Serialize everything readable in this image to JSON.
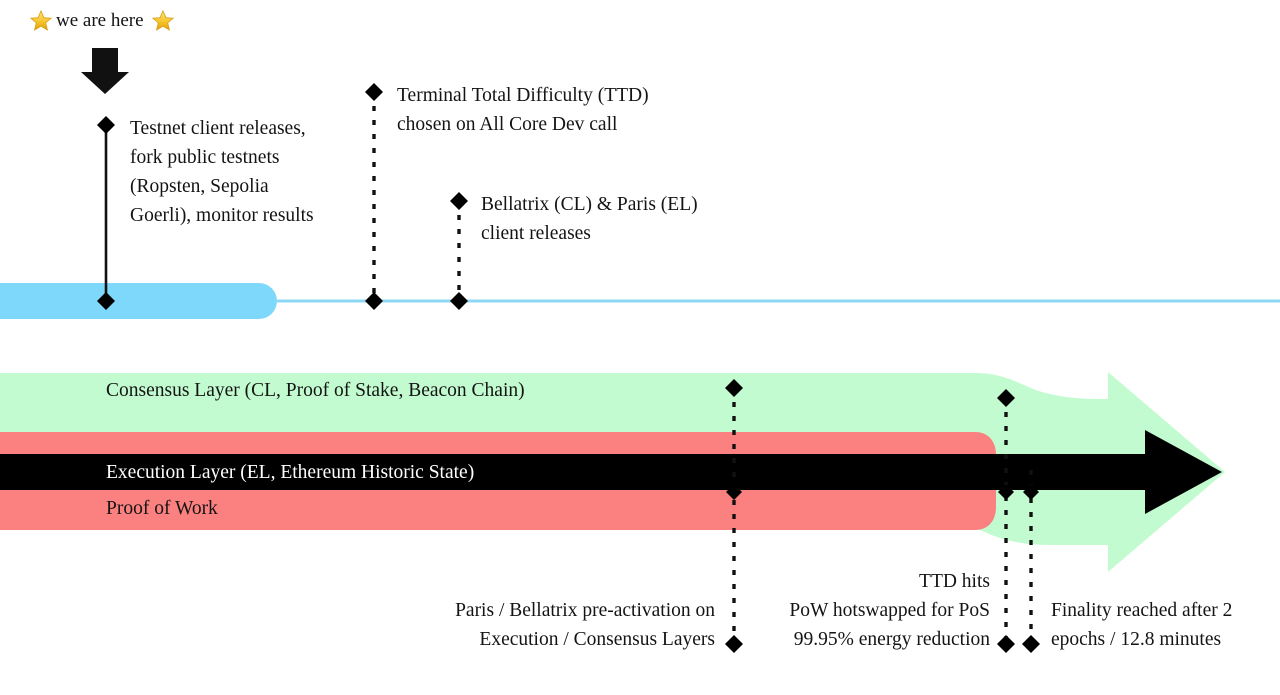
{
  "meta": {
    "title": "Ethereum Merge timeline diagram",
    "colors": {
      "blue_bar": "#7dd8fb",
      "blue_line": "#8ed8f5",
      "green_band": "#c3fbd0",
      "red_band": "#fb8080",
      "black_arrow": "#000000",
      "text": "#141414",
      "star_gold": "#f5c518"
    }
  },
  "here_marker": {
    "label": "we are here",
    "star_left_icon": "star-icon",
    "star_right_icon": "star-icon",
    "arrow_icon": "down-arrow-icon"
  },
  "top_events": [
    {
      "id": "testnet-releases",
      "text": "Testnet client releases,\nfork public testnets\n(Ropsten, Sepolia\nGoerli), monitor results",
      "connector": "solid"
    },
    {
      "id": "terminal-total-difficulty",
      "text": "Terminal Total Difficulty (TTD)\nchosen on All Core Dev call",
      "connector": "dotted"
    },
    {
      "id": "bellatrix-paris-client-releases",
      "text": "Bellatrix (CL) & Paris (EL)\nclient releases",
      "connector": "dotted"
    }
  ],
  "bands": [
    {
      "id": "consensus-layer",
      "label": "Consensus Layer (CL, Proof of Stake, Beacon Chain)",
      "color": "#c3fbd0"
    },
    {
      "id": "execution-layer",
      "label": "Execution Layer (EL, Ethereum Historic State)",
      "color": "#000000"
    },
    {
      "id": "proof-of-work",
      "label": "Proof of Work",
      "color": "#fb8080"
    }
  ],
  "bottom_events": [
    {
      "id": "paris-bellatrix-pre-activation",
      "text": "Paris / Bellatrix pre-activation on\nExecution / Consensus Layers"
    },
    {
      "id": "ttd-hits-pow-hotswap",
      "text": "TTD hits\nPoW hotswapped for PoS\n99.95% energy reduction"
    },
    {
      "id": "finality-reached",
      "text": "Finality reached after 2\nepochs / 12.8 minutes"
    }
  ]
}
